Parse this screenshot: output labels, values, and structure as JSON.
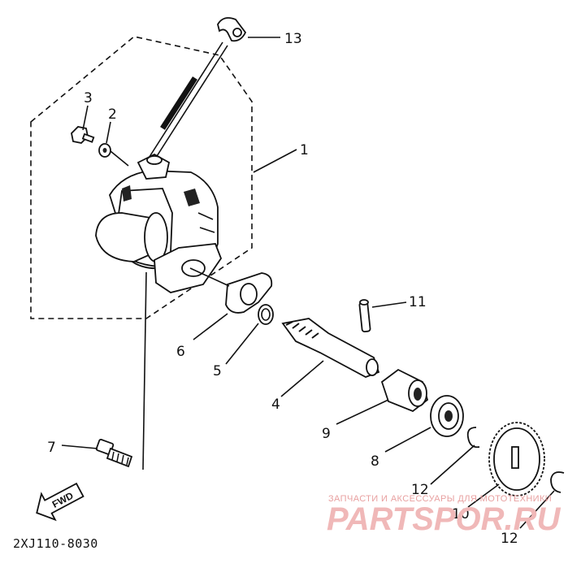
{
  "diagram": {
    "callouts": [
      {
        "id": "c13",
        "label": "13"
      },
      {
        "id": "c3",
        "label": "3"
      },
      {
        "id": "c2",
        "label": "2"
      },
      {
        "id": "c1",
        "label": "1"
      },
      {
        "id": "c11",
        "label": "11"
      },
      {
        "id": "c6",
        "label": "6"
      },
      {
        "id": "c5",
        "label": "5"
      },
      {
        "id": "c4",
        "label": "4"
      },
      {
        "id": "c9",
        "label": "9"
      },
      {
        "id": "c8",
        "label": "8"
      },
      {
        "id": "c7",
        "label": "7"
      },
      {
        "id": "c12a",
        "label": "12"
      },
      {
        "id": "c10",
        "label": "10"
      },
      {
        "id": "c12b",
        "label": "12"
      }
    ],
    "fwd_label": "FWD",
    "diagram_code": "2XJ110-8030"
  },
  "watermark": {
    "tagline": "ЗАПЧАСТИ И АКСЕССУАРЫ ДЛЯ МОТОТЕХНИКИ",
    "brand": "PARTSPOR.RU"
  }
}
